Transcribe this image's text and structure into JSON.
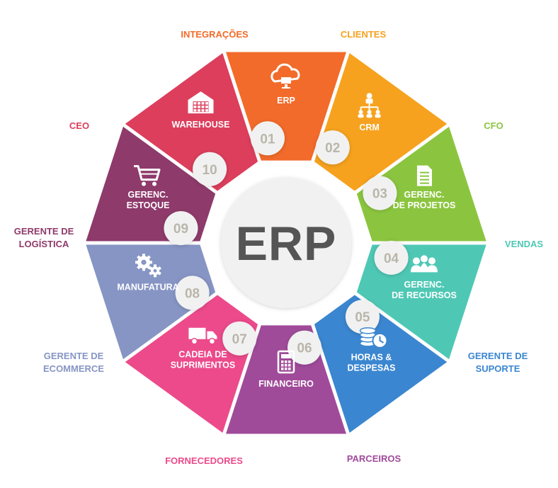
{
  "center": {
    "title": "ERP"
  },
  "segments": [
    {
      "number": "01",
      "label": [
        "ERP"
      ],
      "icon": "cloud-computer-icon",
      "color": "#f26b2a",
      "role": [
        "INTEGRAÇÕES"
      ]
    },
    {
      "number": "02",
      "label": [
        "CRM"
      ],
      "icon": "org-chart-icon",
      "color": "#f6a21e",
      "role": [
        "CLIENTES"
      ]
    },
    {
      "number": "03",
      "label": [
        "GERENC.",
        "DE PROJETOS"
      ],
      "icon": "document-icon",
      "color": "#8bc53f",
      "role": [
        "CFO"
      ]
    },
    {
      "number": "04",
      "label": [
        "GERENC.",
        "DE RECURSOS"
      ],
      "icon": "people-icon",
      "color": "#4ec8b4",
      "role": [
        "VENDAS"
      ]
    },
    {
      "number": "05",
      "label": [
        "HORAS &",
        "DESPESAS"
      ],
      "icon": "coins-clock-icon",
      "color": "#3b86d0",
      "role": [
        "GERENTE DE",
        "SUPORTE"
      ]
    },
    {
      "number": "06",
      "label": [
        "FINANCEIRO"
      ],
      "icon": "calculator-icon",
      "color": "#a04b9a",
      "role": [
        "PARCEIROS"
      ]
    },
    {
      "number": "07",
      "label": [
        "CADEIA DE",
        "SUPRIMENTOS"
      ],
      "icon": "truck-icon",
      "color": "#ec4a8b",
      "role": [
        "FORNECEDORES"
      ]
    },
    {
      "number": "08",
      "label": [
        "MANUFATURA"
      ],
      "icon": "gears-icon",
      "color": "#8695c4",
      "role": [
        "GERENTE DE",
        "ECOMMERCE"
      ]
    },
    {
      "number": "09",
      "label": [
        "GERENC.",
        "ESTOQUE"
      ],
      "icon": "cart-icon",
      "color": "#8e3a6b",
      "role": [
        "GERENTE DE",
        "LOGÍSTICA"
      ]
    },
    {
      "number": "10",
      "label": [
        "WAREHOUSE"
      ],
      "icon": "warehouse-icon",
      "color": "#dc3e5c",
      "role": [
        "CEO"
      ]
    }
  ]
}
